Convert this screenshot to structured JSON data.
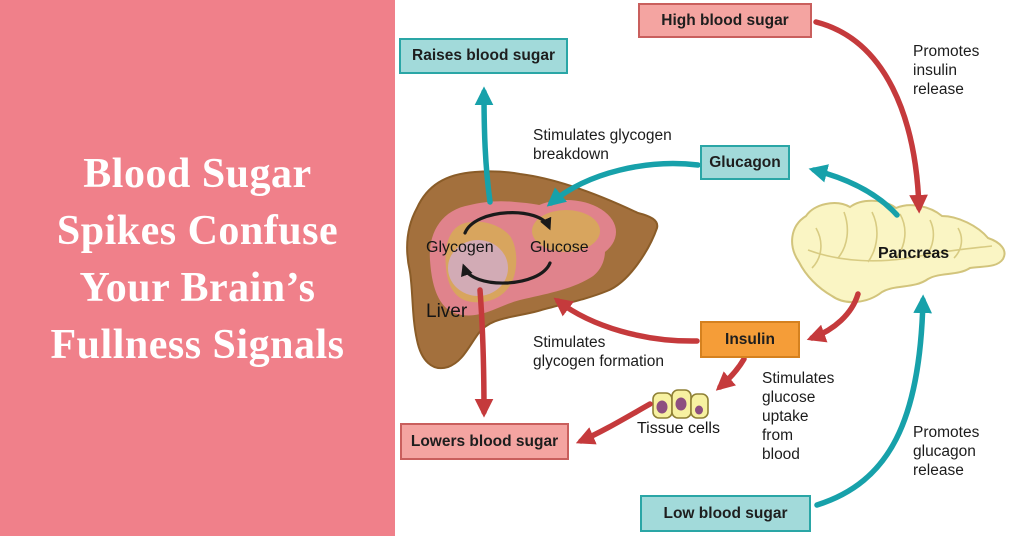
{
  "left_panel": {
    "headline": "Blood Sugar\nSpikes Confuse\nYour Brain’s\nFullness Signals",
    "bg_color": "#f0808a",
    "text_color": "#ffffff"
  },
  "diagram": {
    "boxes": {
      "raises_blood_sugar": {
        "label": "Raises blood sugar"
      },
      "high_blood_sugar": {
        "label": "High blood sugar"
      },
      "glucagon": {
        "label": "Glucagon"
      },
      "insulin": {
        "label": "Insulin"
      },
      "lowers_blood_sugar": {
        "label": "Lowers blood sugar"
      },
      "low_blood_sugar": {
        "label": "Low blood sugar"
      }
    },
    "organ_labels": {
      "liver": "Liver",
      "glycogen": "Glycogen",
      "glucose": "Glucose",
      "pancreas": "Pancreas",
      "tissue_cells": "Tissue cells"
    },
    "annotations": {
      "glycogen_breakdown": "Stimulates glycogen\nbreakdown",
      "insulin_release": "Promotes\ninsulin\nrelease",
      "glycogen_formation": "Stimulates\nglycogen formation",
      "glucose_uptake": "Stimulates\nglucose\nuptake\nfrom\nblood",
      "glucagon_release": "Promotes\nglucagon\nrelease"
    },
    "colors": {
      "teal_arrow": "#17a1aa",
      "red_arrow": "#c53a3c",
      "teal_box_fill": "#a2dada",
      "teal_box_border": "#2aa6a6",
      "pink_box_fill": "#f4a4a1",
      "pink_box_border": "#c95f5d",
      "orange_box_fill": "#f59d38",
      "orange_box_border": "#d5811f",
      "liver_brown": "#a3703d",
      "pancreas_yellow": "#faf5c4"
    }
  }
}
